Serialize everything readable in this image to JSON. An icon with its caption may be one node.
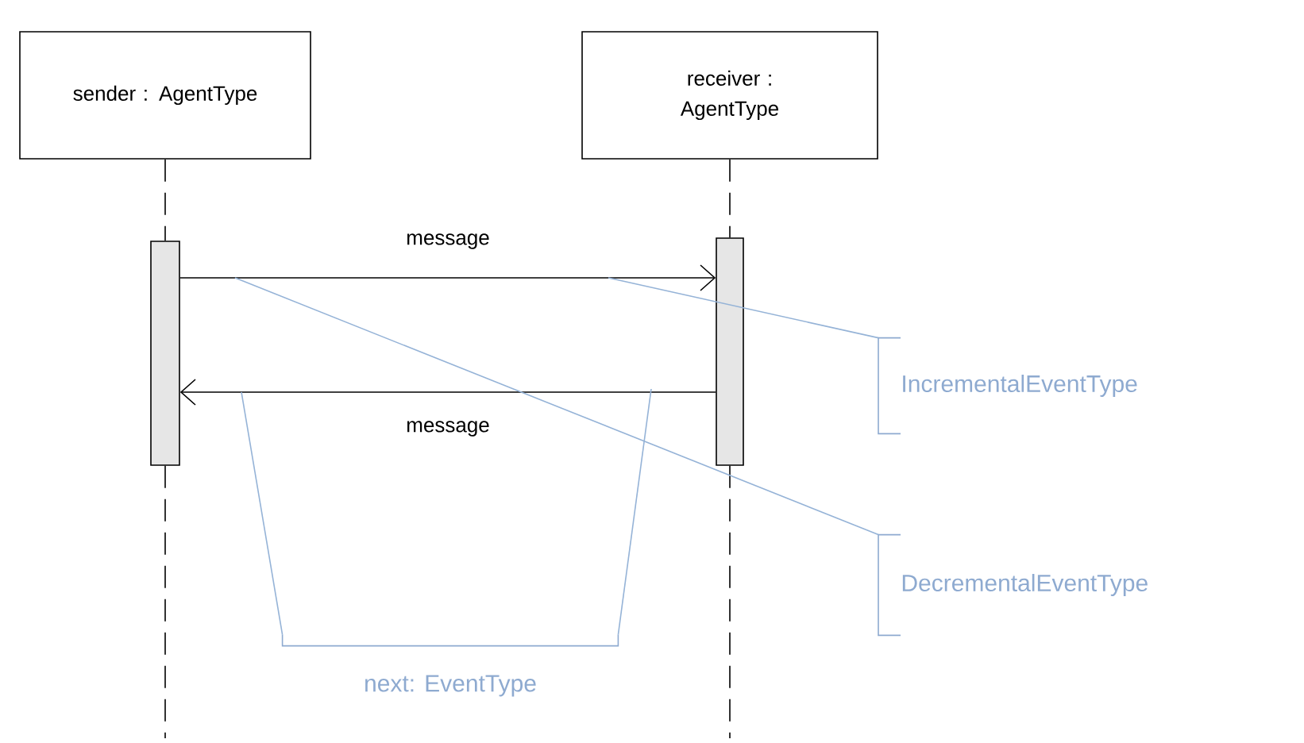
{
  "diagram": {
    "nodes": [
      {
        "text": [
          "sender : AgentType"
        ]
      },
      {
        "text": [
          "receiver : AgentType"
        ]
      },
      {
        "text": [],
        "shape": "bar"
      },
      {
        "text": [],
        "shape": "bar"
      },
      {
        "text": [
          "IncrementalEventType"
        ]
      },
      {
        "text": [
          "DecrementalEventType"
        ]
      },
      {
        "text": [
          "next: EventType"
        ]
      }
    ],
    "edges": [
      {
        "from": 0,
        "to": 2,
        "arrow": "none",
        "style": "dashed"
      },
      {
        "from": 2,
        "to": null,
        "arrow": "none",
        "style": "dashed"
      },
      {
        "from": 1,
        "to": 3,
        "arrow": "none",
        "style": "dashed"
      },
      {
        "from": 3,
        "to": null,
        "arrow": "none",
        "style": "dashed"
      },
      {
        "from": 2,
        "to": 3,
        "arrow": "to",
        "label": "message"
      },
      {
        "from": 3,
        "to": 2,
        "arrow": "to",
        "label": "message"
      },
      {
        "from": 4,
        "to": null,
        "arrow": "none",
        "color": "#95b3d7"
      },
      {
        "from": 5,
        "to": null,
        "arrow": "none",
        "color": "#95b3d7"
      },
      {
        "from": 6,
        "to": null,
        "arrow": "none",
        "color": "#95b3d7"
      },
      {
        "from": 6,
        "to": null,
        "arrow": "none",
        "color": "#95b3d7"
      }
    ]
  }
}
